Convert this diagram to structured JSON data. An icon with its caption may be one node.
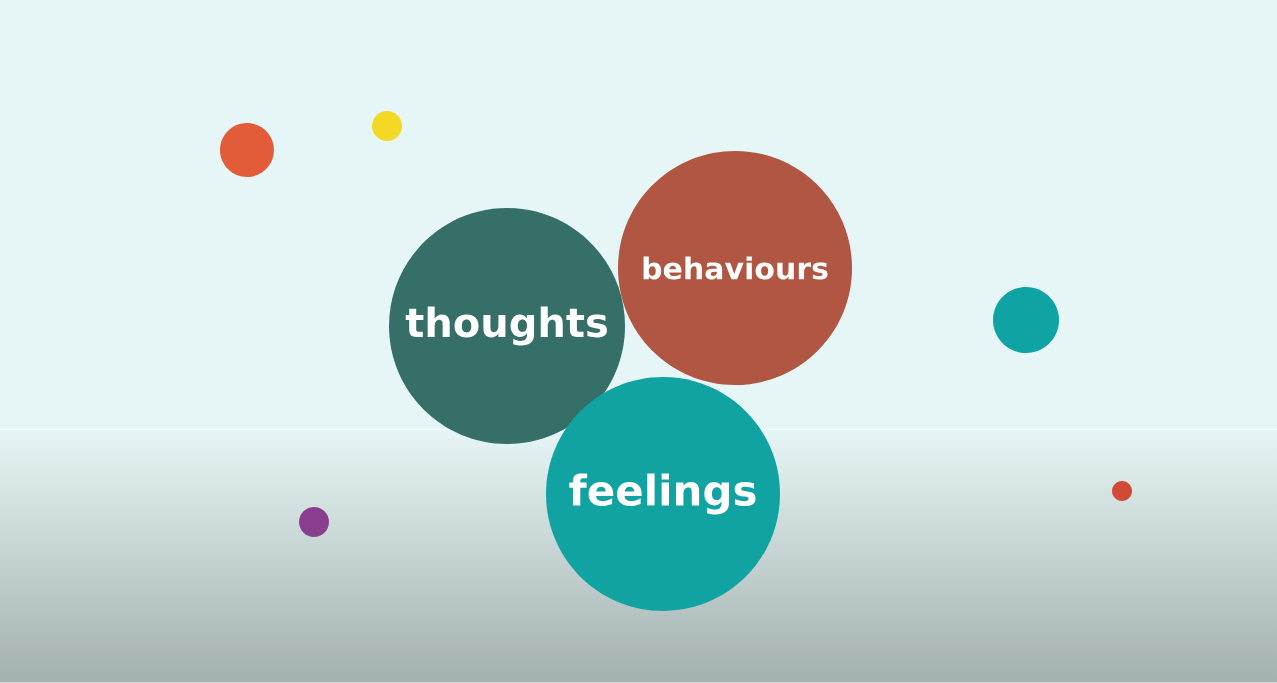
{
  "diagram": {
    "nodes": [
      {
        "text": [
          "thoughts"
        ]
      },
      {
        "text": [
          "behaviours"
        ]
      },
      {
        "text": [
          "feelings"
        ]
      },
      {
        "text": [],
        "shape": "circle"
      },
      {
        "text": [],
        "shape": "circle"
      },
      {
        "text": [],
        "shape": "circle"
      },
      {
        "text": [],
        "shape": "circle"
      },
      {
        "text": [],
        "shape": "circle"
      }
    ]
  }
}
